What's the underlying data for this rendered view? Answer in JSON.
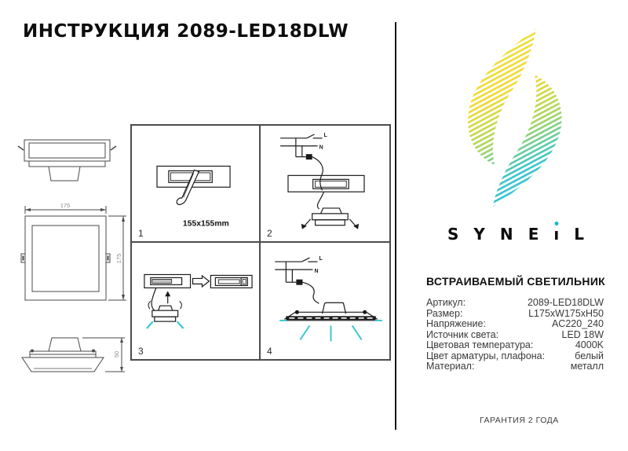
{
  "page": {
    "title": "ИНСТРУКЦИЯ 2089-LED18DLW"
  },
  "brand": {
    "letters": [
      "S",
      "Y",
      "N",
      "E",
      "ı",
      "L"
    ]
  },
  "logo_colors": {
    "yellow": "#f2d92e",
    "green": "#cddb3c",
    "teal": "#2fc4cf",
    "cyan": "#1fbfdf",
    "dot": "#1cb4d8"
  },
  "drawings": {
    "dim_width": "175",
    "dim_height": "175",
    "dim_depth": "50"
  },
  "installation": {
    "cutout_label": "155x155mm",
    "step_numbers": [
      "1",
      "2",
      "3",
      "4"
    ],
    "wiring": {
      "live": "L",
      "neutral": "N"
    }
  },
  "product": {
    "heading": "ВСТРАИВАЕМЫЙ СВЕТИЛЬНИК",
    "specs": [
      {
        "label": "Артикул:",
        "value": "2089-LED18DLW"
      },
      {
        "label": "Размер:",
        "value": "L175xW175xH50"
      },
      {
        "label": "Напряжение:",
        "value": "AC220_240"
      },
      {
        "label": "Источник света:",
        "value": "LED 18W"
      },
      {
        "label": "Цветовая температура:",
        "value": "4000K"
      },
      {
        "label": "Цвет арматуры, плафона:",
        "value": "белый"
      },
      {
        "label": "Материал:",
        "value": "металл"
      }
    ]
  },
  "footer": {
    "warranty": "ГАРАНТИЯ 2 ГОДА"
  }
}
